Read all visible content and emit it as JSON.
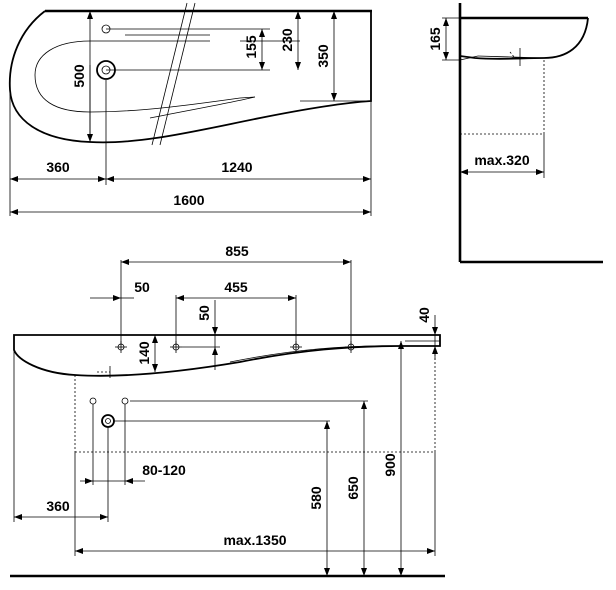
{
  "top_view": {
    "dim_155": "155",
    "dim_230": "230",
    "dim_350": "350",
    "dim_500": "500",
    "dim_360": "360",
    "dim_1240": "1240",
    "dim_1600": "1600"
  },
  "side_view": {
    "dim_165": "165",
    "dim_max320": "max.320"
  },
  "front_view": {
    "dim_855": "855",
    "dim_50_top": "50",
    "dim_455": "455",
    "dim_50_mid": "50",
    "dim_40": "40",
    "dim_140": "140",
    "dim_80_120": "80-120",
    "dim_360": "360",
    "dim_580": "580",
    "dim_650": "650",
    "dim_900": "900",
    "dim_max1350": "max.1350"
  }
}
